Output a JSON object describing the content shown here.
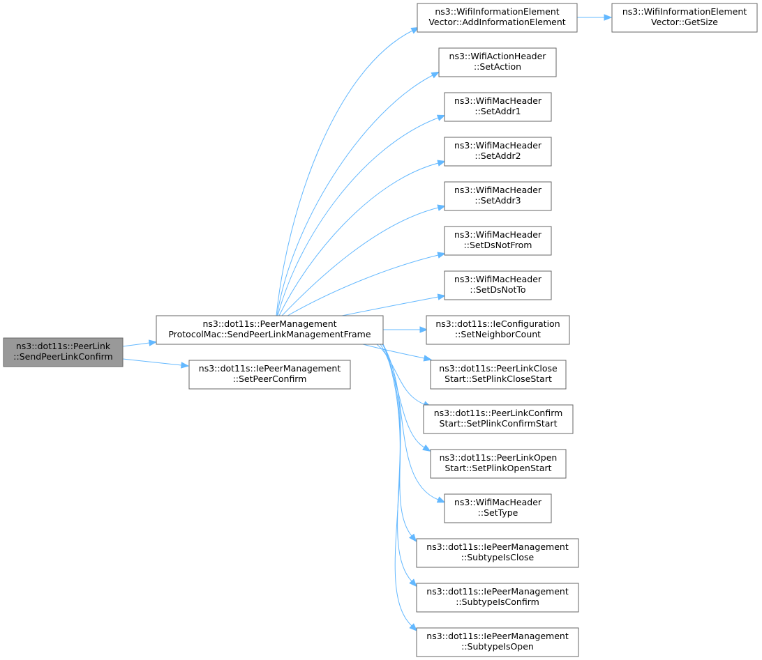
{
  "colors": {
    "edge": "#63b8ff",
    "node_border": "#666666",
    "root_fill": "#999999",
    "node_fill": "#ffffff"
  },
  "nodes": [
    {
      "id": "root",
      "lines": [
        "ns3::dot11s::PeerLink",
        "::SendPeerLinkConfirm"
      ],
      "highlighted": true
    },
    {
      "id": "sendframe",
      "lines": [
        "ns3::dot11s::PeerManagement",
        "ProtocolMac::SendPeerLinkManagementFrame"
      ]
    },
    {
      "id": "setpeerconfirm",
      "lines": [
        "ns3::dot11s::IePeerManagement",
        "::SetPeerConfirm"
      ]
    },
    {
      "id": "addie",
      "lines": [
        "ns3::WifiInformationElement",
        "Vector::AddInformationElement"
      ]
    },
    {
      "id": "getsize",
      "lines": [
        "ns3::WifiInformationElement",
        "Vector::GetSize"
      ]
    },
    {
      "id": "setaction",
      "lines": [
        "ns3::WifiActionHeader",
        "::SetAction"
      ]
    },
    {
      "id": "setaddr1",
      "lines": [
        "ns3::WifiMacHeader",
        "::SetAddr1"
      ]
    },
    {
      "id": "setaddr2",
      "lines": [
        "ns3::WifiMacHeader",
        "::SetAddr2"
      ]
    },
    {
      "id": "setaddr3",
      "lines": [
        "ns3::WifiMacHeader",
        "::SetAddr3"
      ]
    },
    {
      "id": "setdsnotfrom",
      "lines": [
        "ns3::WifiMacHeader",
        "::SetDsNotFrom"
      ]
    },
    {
      "id": "setdsnotto",
      "lines": [
        "ns3::WifiMacHeader",
        "::SetDsNotTo"
      ]
    },
    {
      "id": "setneighbor",
      "lines": [
        "ns3::dot11s::IeConfiguration",
        "::SetNeighborCount"
      ]
    },
    {
      "id": "closestart",
      "lines": [
        "ns3::dot11s::PeerLinkClose",
        "Start::SetPlinkCloseStart"
      ]
    },
    {
      "id": "confirmstart",
      "lines": [
        "ns3::dot11s::PeerLinkConfirm",
        "Start::SetPlinkConfirmStart"
      ]
    },
    {
      "id": "openstart",
      "lines": [
        "ns3::dot11s::PeerLinkOpen",
        "Start::SetPlinkOpenStart"
      ]
    },
    {
      "id": "settype",
      "lines": [
        "ns3::WifiMacHeader",
        "::SetType"
      ]
    },
    {
      "id": "isclose",
      "lines": [
        "ns3::dot11s::IePeerManagement",
        "::SubtypeIsClose"
      ]
    },
    {
      "id": "isconfirm",
      "lines": [
        "ns3::dot11s::IePeerManagement",
        "::SubtypeIsConfirm"
      ]
    },
    {
      "id": "isopen",
      "lines": [
        "ns3::dot11s::IePeerManagement",
        "::SubtypeIsOpen"
      ]
    }
  ],
  "edges": [
    {
      "from": "root",
      "to": "sendframe"
    },
    {
      "from": "root",
      "to": "setpeerconfirm"
    },
    {
      "from": "sendframe",
      "to": "addie"
    },
    {
      "from": "sendframe",
      "to": "setaction"
    },
    {
      "from": "sendframe",
      "to": "setaddr1"
    },
    {
      "from": "sendframe",
      "to": "setaddr2"
    },
    {
      "from": "sendframe",
      "to": "setaddr3"
    },
    {
      "from": "sendframe",
      "to": "setdsnotfrom"
    },
    {
      "from": "sendframe",
      "to": "setdsnotto"
    },
    {
      "from": "sendframe",
      "to": "setneighbor"
    },
    {
      "from": "sendframe",
      "to": "closestart"
    },
    {
      "from": "sendframe",
      "to": "confirmstart"
    },
    {
      "from": "sendframe",
      "to": "openstart"
    },
    {
      "from": "sendframe",
      "to": "settype"
    },
    {
      "from": "sendframe",
      "to": "isclose"
    },
    {
      "from": "sendframe",
      "to": "isconfirm"
    },
    {
      "from": "sendframe",
      "to": "isopen"
    },
    {
      "from": "addie",
      "to": "getsize"
    }
  ]
}
